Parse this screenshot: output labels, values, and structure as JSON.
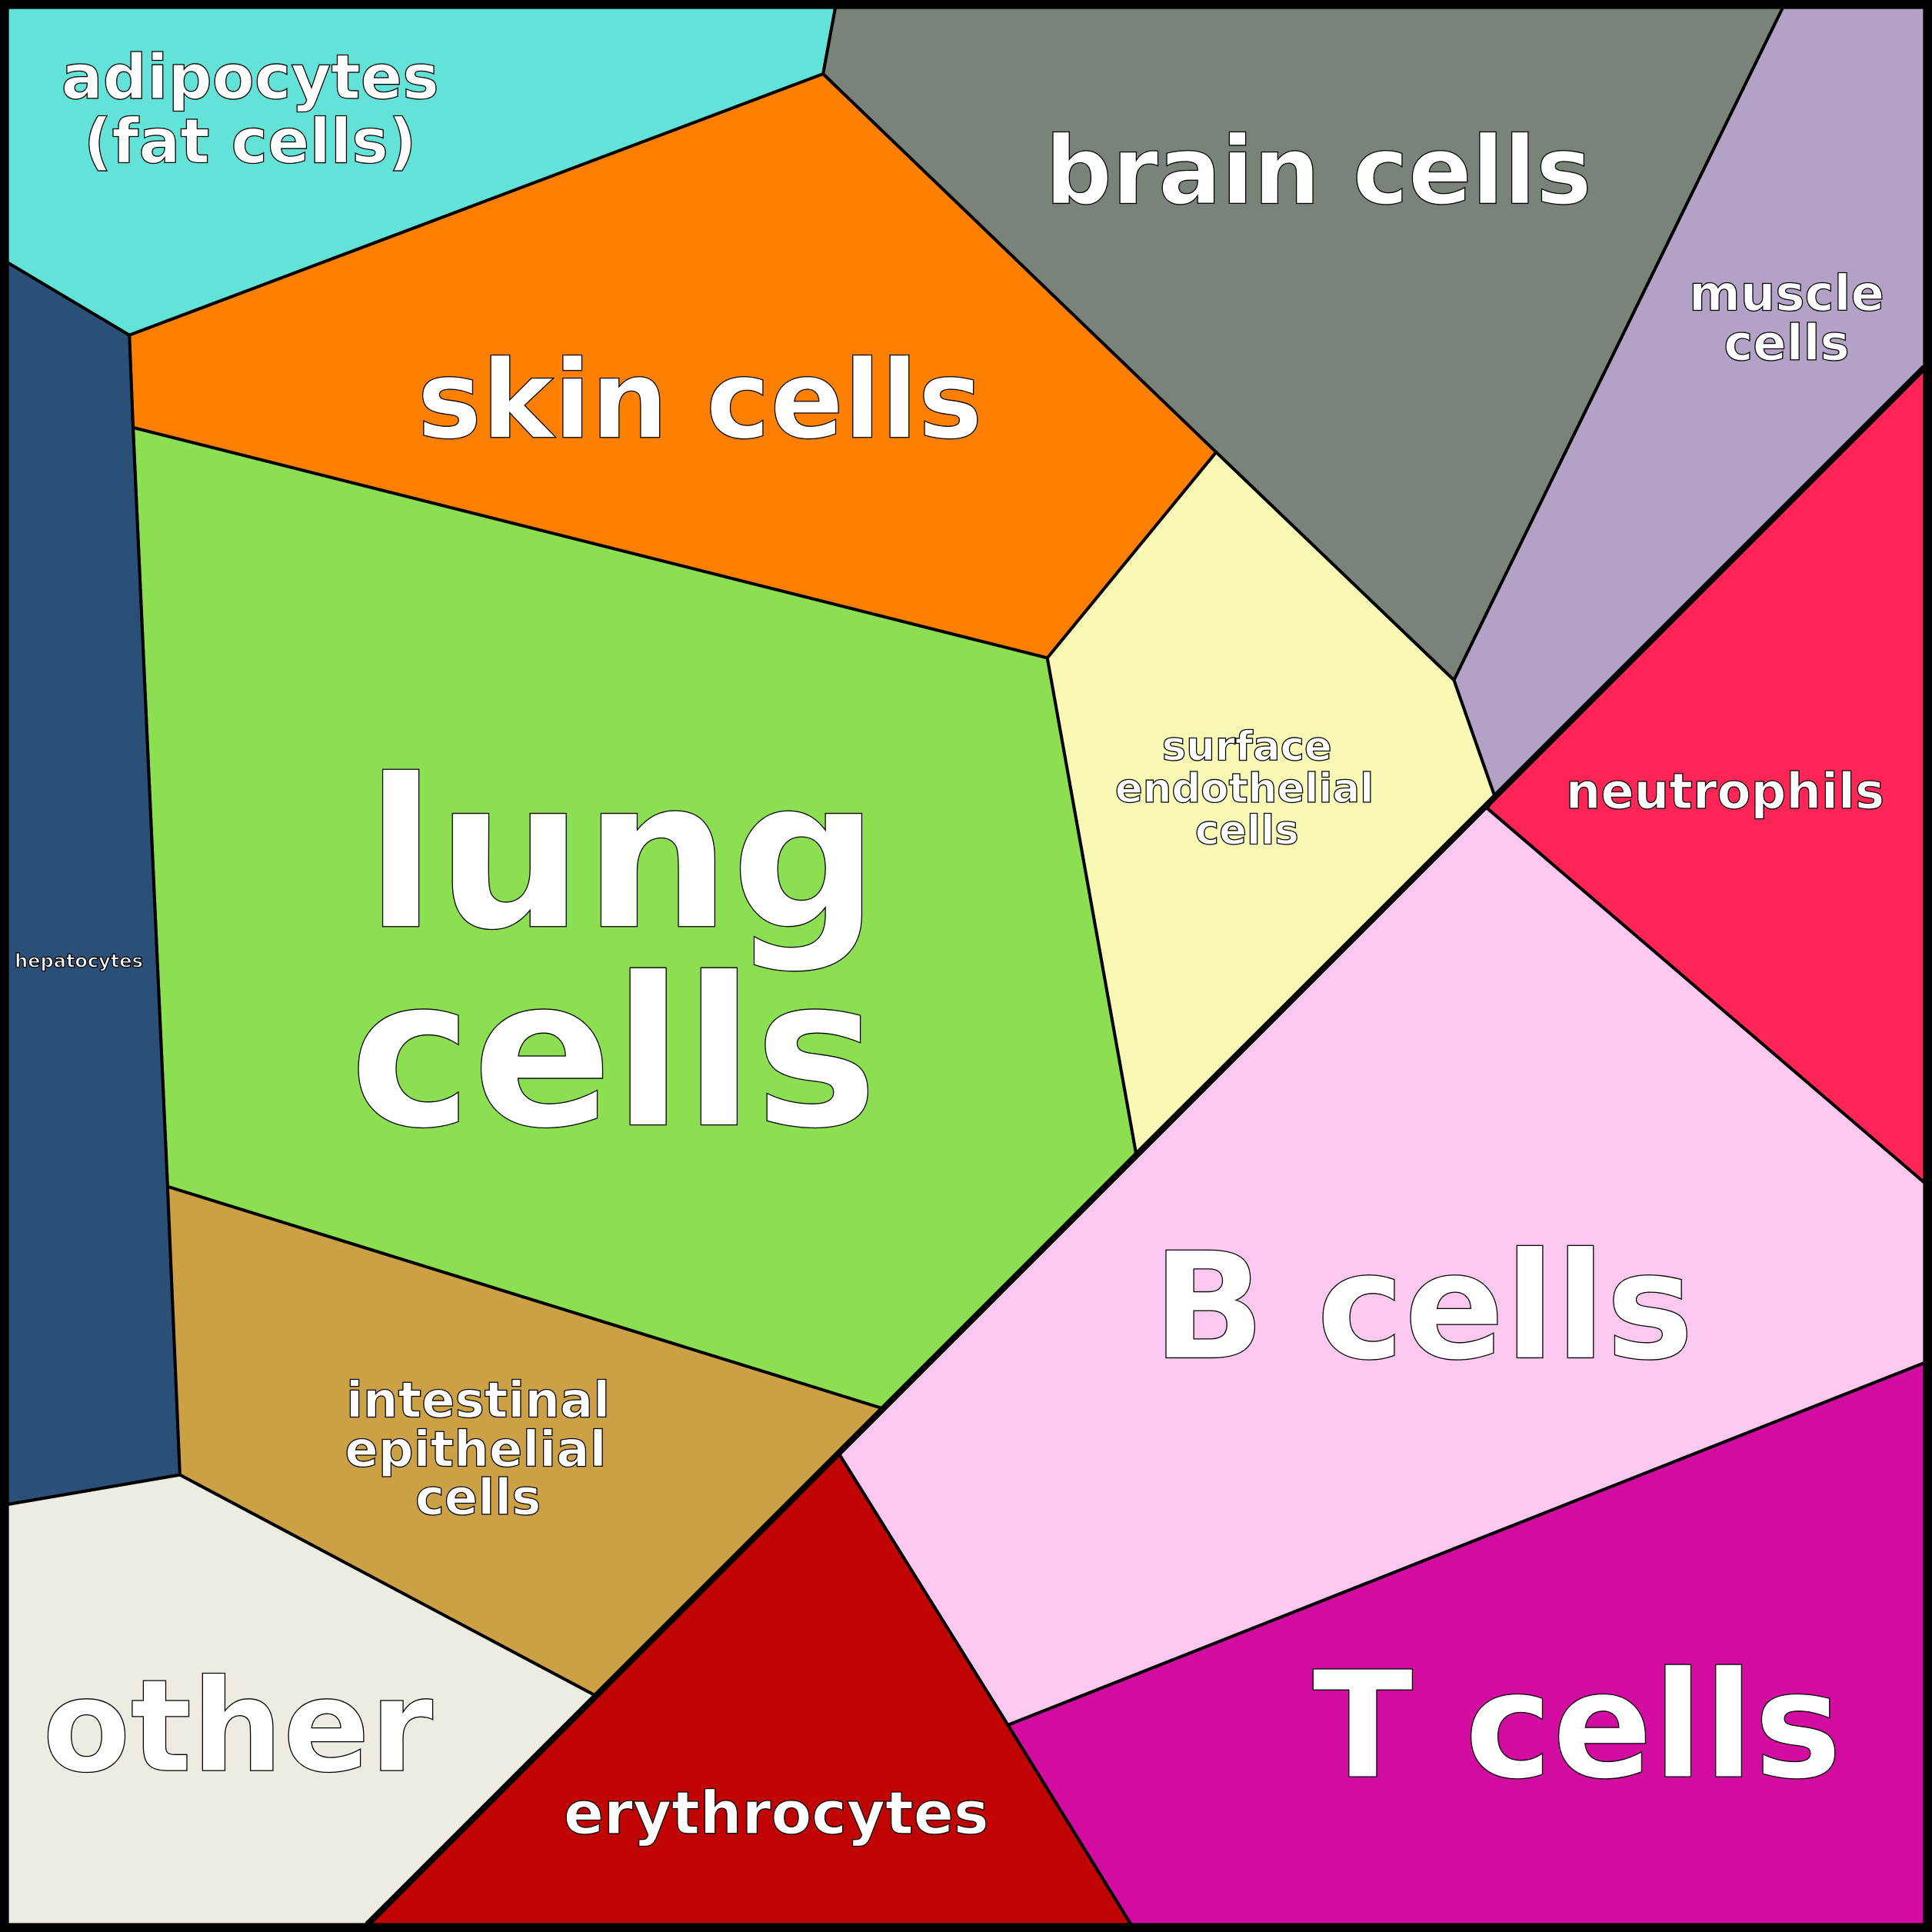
{
  "title": "Cell types voronoi treemap",
  "cells": {
    "adipocytes": {
      "label_line1": "adipocytes",
      "label_line2": "(fat cells)",
      "color": "#63e2d8"
    },
    "brain": {
      "label": "brain cells",
      "color": "#7a837a"
    },
    "muscle": {
      "label_line1": "muscle",
      "label_line2": "cells",
      "color": "#b1a2c6"
    },
    "skin": {
      "label": "skin cells",
      "color": "#ff8000"
    },
    "lung": {
      "label_line1": "lung",
      "label_line2": "cells",
      "color": "#8cdf50"
    },
    "hepatocytes": {
      "label": "hepatocytes",
      "color": "#2a5077"
    },
    "surface_endothelial": {
      "label_line1": "surface",
      "label_line2": "endothelial",
      "label_line3": "cells",
      "color": "#f9f9b6"
    },
    "neutrophils": {
      "label": "neutrophils",
      "color": "#ff2557"
    },
    "b_cells": {
      "label": "B cells",
      "color": "#fbc8ef"
    },
    "t_cells": {
      "label": "T cells",
      "color": "#d20ca0"
    },
    "erythrocytes": {
      "label": "erythrocytes",
      "color": "#c00404"
    },
    "intestinal": {
      "label_line1": "intestinal",
      "label_line2": "epithelial",
      "label_line3": "cells",
      "color": "#cca044"
    },
    "other": {
      "label": "other",
      "color": "#eeebe0"
    }
  }
}
